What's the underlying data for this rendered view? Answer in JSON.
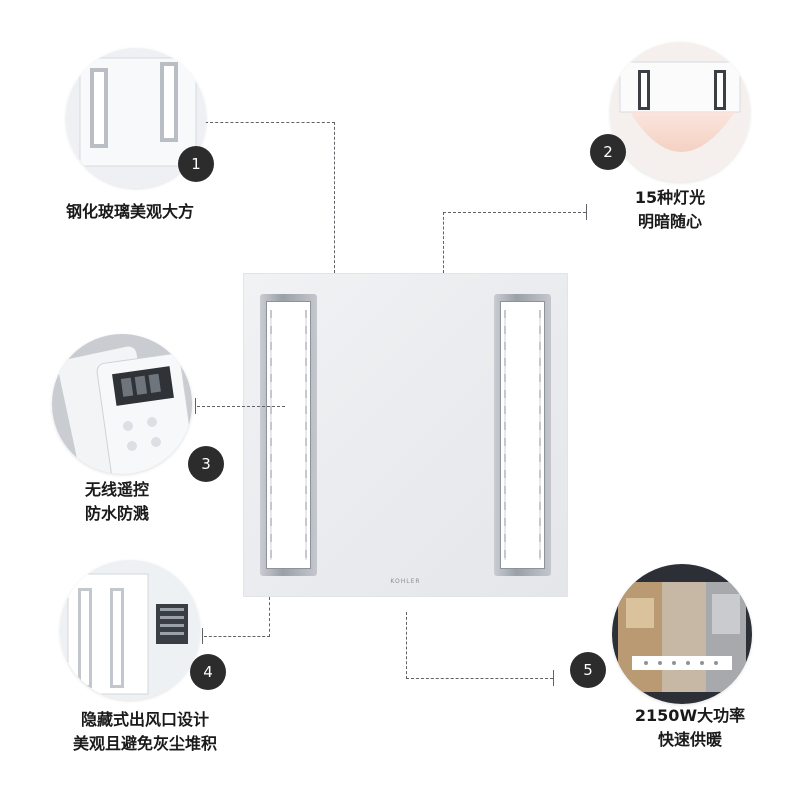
{
  "brand_mark": "KOHLER",
  "features": [
    {
      "number": "1",
      "lines": [
        "钢化玻璃美观大方"
      ],
      "icon": "glass-panel-thumbnail"
    },
    {
      "number": "2",
      "lines": [
        "15种灯光",
        "明暗随心"
      ],
      "icon": "light-thumbnail"
    },
    {
      "number": "3",
      "lines": [
        "无线遥控",
        "防水防溅"
      ],
      "icon": "remote-control-thumbnail"
    },
    {
      "number": "4",
      "lines": [
        "隐藏式出风口设计",
        "美观且避免灰尘堆积"
      ],
      "icon": "hidden-vent-thumbnail"
    },
    {
      "number": "5",
      "lines": [
        "2150W大功率",
        "快速供暖"
      ],
      "icon": "heating-thumbnail"
    }
  ],
  "colors": {
    "badge": "#2c2c2c",
    "connector": "#5f6368",
    "caption": "#1a1a1a"
  }
}
